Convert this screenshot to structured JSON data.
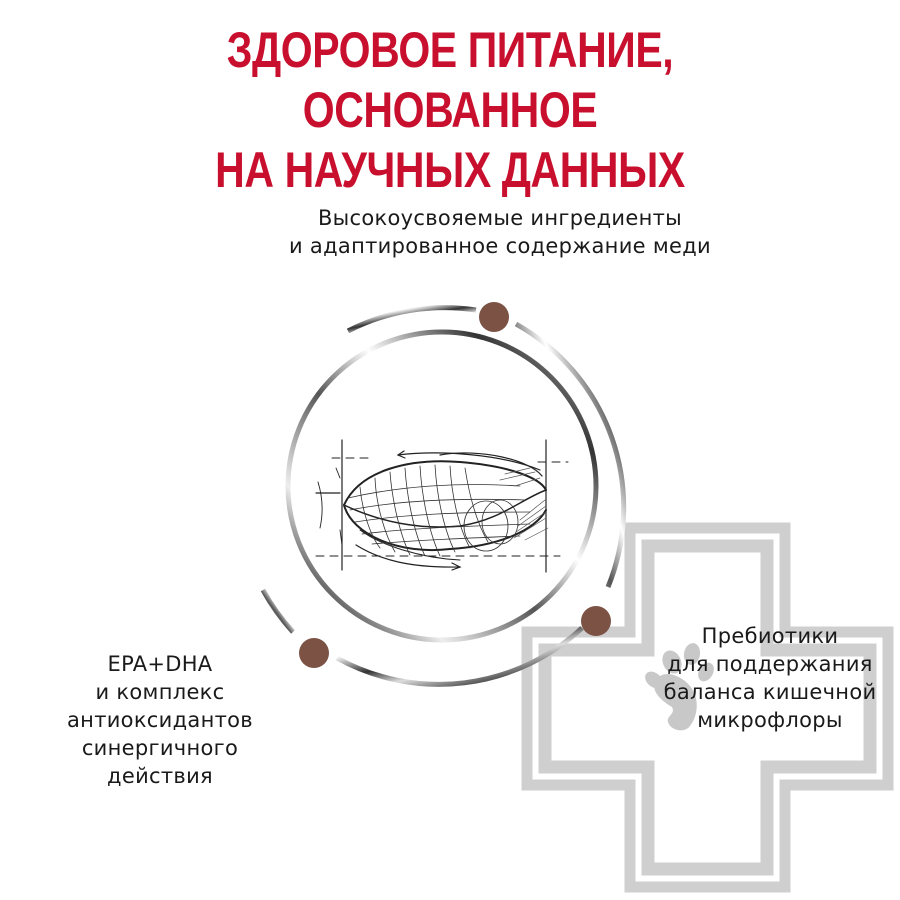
{
  "header": {
    "title_lines": [
      "ЗДОРОВОЕ ПИТАНИЕ, ОСНОВАННОЕ",
      "НА НАУЧНЫХ ДАННЫХ"
    ],
    "title_color": "#c8102e"
  },
  "features": {
    "top": {
      "lines": [
        "Высокоусвояемые ингредиенты",
        "и адаптированное содержание меди"
      ]
    },
    "left": {
      "lines": [
        "EPA+DHA",
        "и комплекс",
        "антиоксидантов",
        "синергичного",
        "действия"
      ]
    },
    "right": {
      "lines": [
        "Пребиотики",
        "для поддержания",
        "баланса кишечной",
        "микрофлоры"
      ]
    }
  },
  "graphics": {
    "center_illustration": "kibble-sketch",
    "marker_color": "#7b5244",
    "ring_color": "#555555",
    "background_symbol": "medical-cross-with-paw",
    "cross_color": "#cfcfcf"
  }
}
